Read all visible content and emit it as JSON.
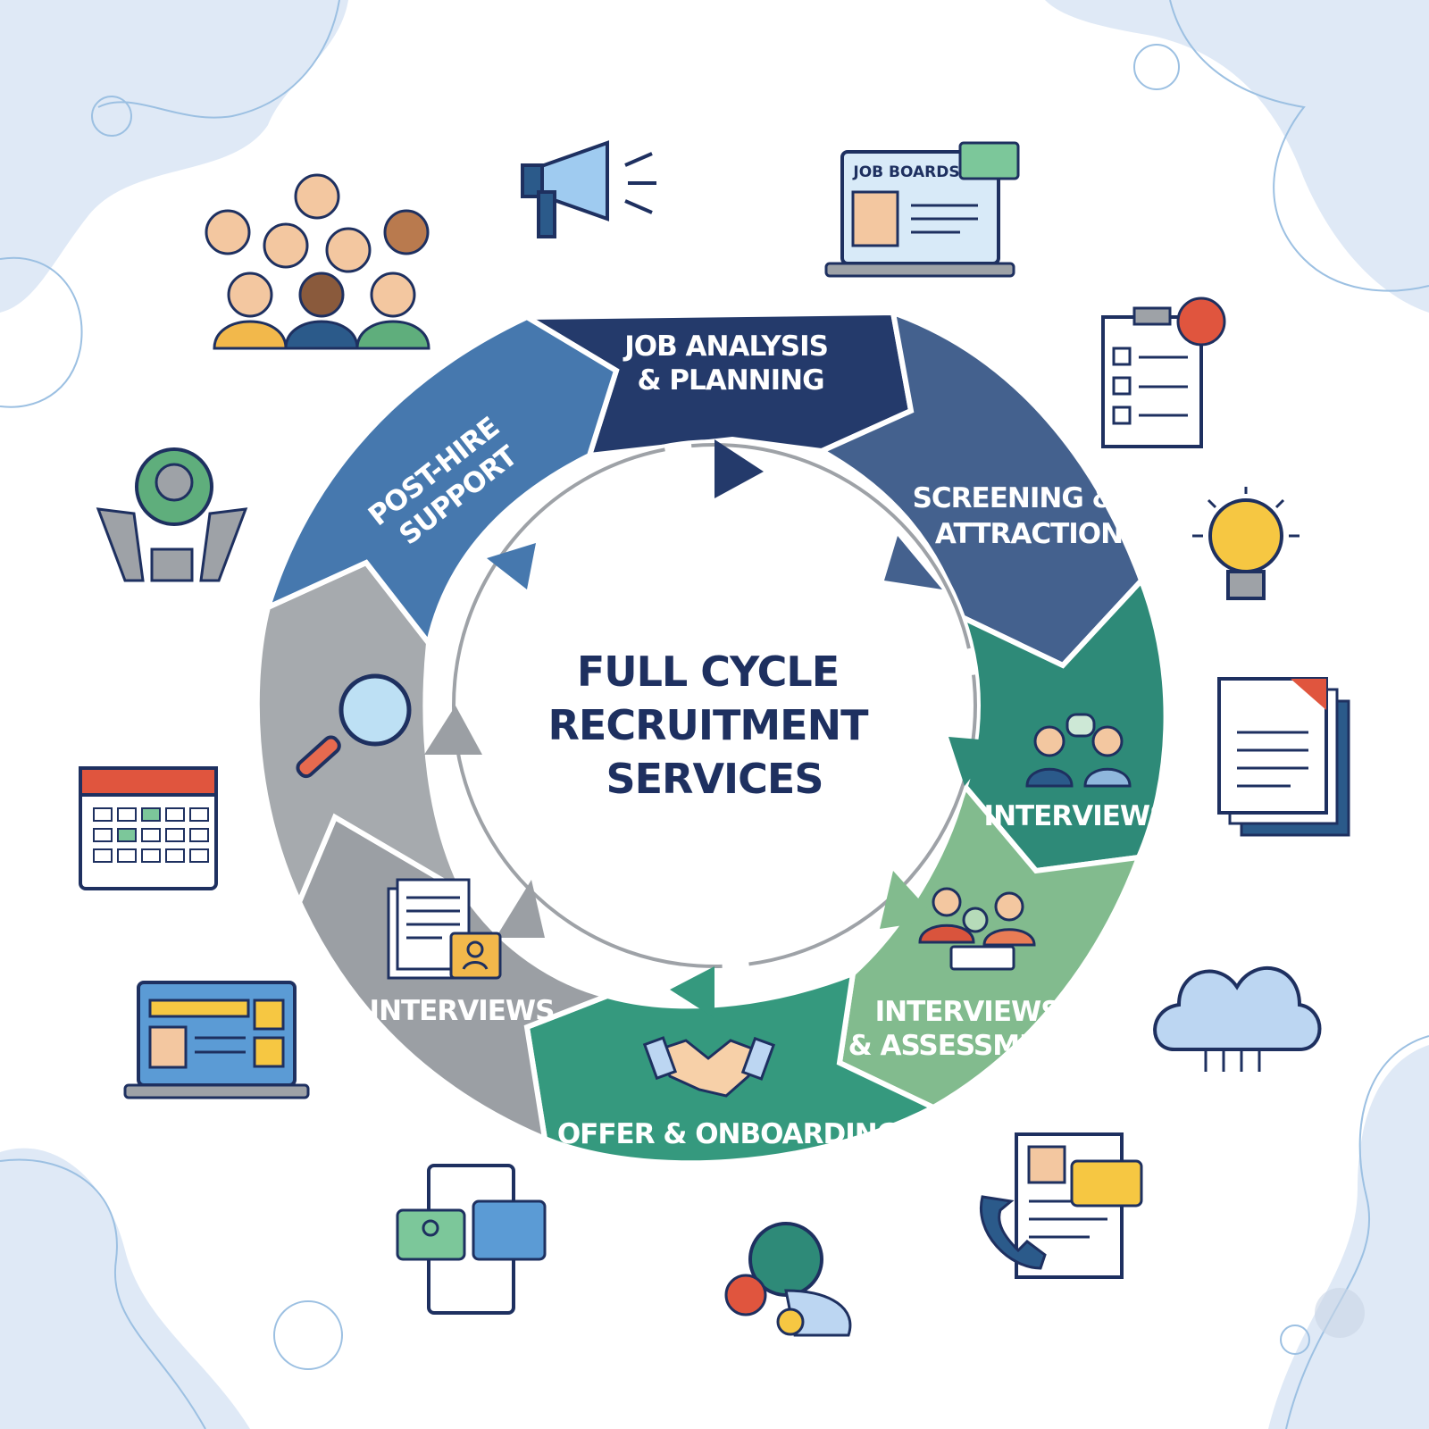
{
  "center": {
    "lines": [
      "FULL CYCLE",
      "RECRUITMENT",
      "SERVICES"
    ]
  },
  "segments": [
    {
      "id": "job-analysis",
      "lines": [
        "JOB ANALYSIS",
        "& PLANNING"
      ],
      "color": "#243a6b"
    },
    {
      "id": "screening",
      "lines": [
        "SCREENING &",
        "ATTRACTION"
      ],
      "color": "#44618e"
    },
    {
      "id": "interviews-teal",
      "lines": [
        "INTERVIEWS"
      ],
      "color": "#2e8a78"
    },
    {
      "id": "interviews-assessment",
      "lines": [
        "INTERVIEWS",
        "& ASSESSMENT"
      ],
      "color": "#82bb8e"
    },
    {
      "id": "offer-onboarding",
      "lines": [
        "OFFER & ONBOARDING"
      ],
      "color": "#35997e"
    },
    {
      "id": "interviews-grey",
      "lines": [
        "INTERVIEWS"
      ],
      "color": "#9b9fa4"
    },
    {
      "id": "sourcing-grey",
      "lines": [],
      "color": "#a6aaae"
    },
    {
      "id": "post-hire",
      "lines": [
        "POST-HIRE",
        "SUPPORT"
      ],
      "color": "#4678ae"
    }
  ],
  "icons": {
    "job_boards_label": "JOB BOARDS"
  },
  "colors": {
    "navy": "#1e3060",
    "blob": "#dde8f5",
    "ring_arrow": "#9ea2a7"
  }
}
